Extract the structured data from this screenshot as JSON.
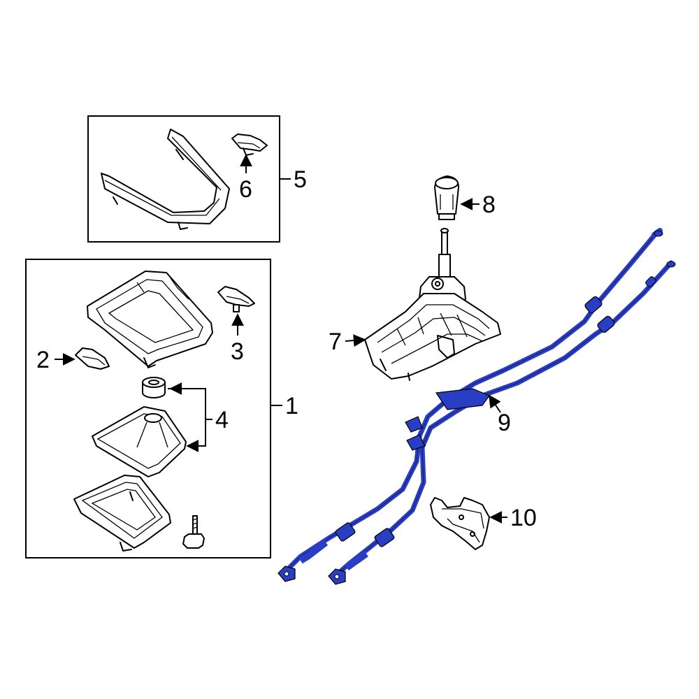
{
  "highlight_color": "#2a3ec4",
  "callouts": [
    {
      "id": "1",
      "text": "1"
    },
    {
      "id": "2",
      "text": "2"
    },
    {
      "id": "3",
      "text": "3"
    },
    {
      "id": "4",
      "text": "4"
    },
    {
      "id": "5",
      "text": "5"
    },
    {
      "id": "6",
      "text": "6"
    },
    {
      "id": "7",
      "text": "7"
    },
    {
      "id": "8",
      "text": "8"
    },
    {
      "id": "9",
      "text": "9"
    },
    {
      "id": "10",
      "text": "10"
    }
  ]
}
